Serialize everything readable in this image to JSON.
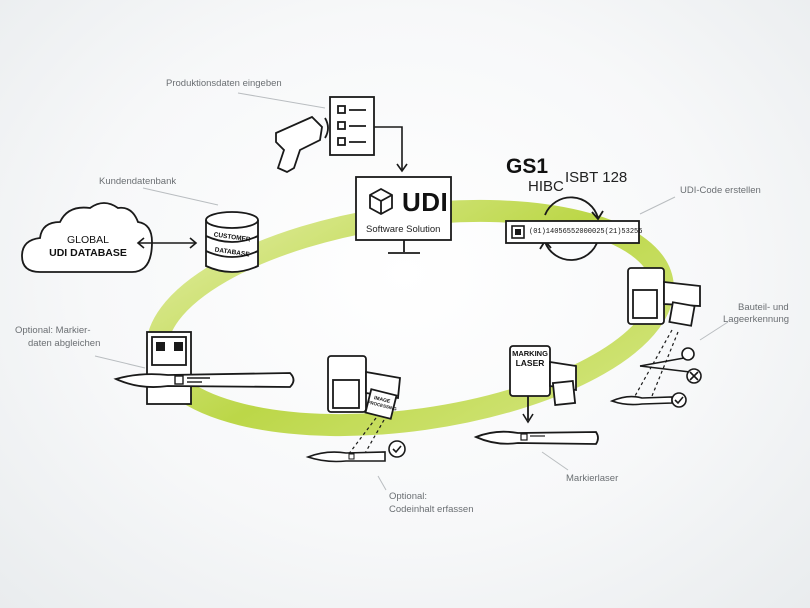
{
  "labels": {
    "production_data": "Produktionsdaten eingeben",
    "customer_db_label": "Kundendatenbank",
    "udi_code_create": "UDI-Code erstellen",
    "part_storage_line1": "Bauteil- und",
    "part_storage_line2": "Lageerkennung",
    "optional_compare_line1": "Optional: Markier-",
    "optional_compare_line2": "daten abgleichen",
    "optional_capture_line1": "Optional:",
    "optional_capture_line2": "Codeinhalt erfassen",
    "marking_laser": "Markierlaser"
  },
  "cloud": {
    "line1": "GLOBAL",
    "line2": "UDI DATABASE"
  },
  "database": {
    "line1": "CUSTOMER",
    "line2": "DATABASE"
  },
  "software": {
    "title": "UDI",
    "subtitle": "Software Solution"
  },
  "standards": {
    "gs1": "GS1",
    "hibc": "HIBC",
    "isbt": "ISBT 128"
  },
  "udi_code": "(01)14056552000025(21)53256",
  "laser_box": {
    "line1": "MARKING",
    "line2": "LASER"
  },
  "camera_box": {
    "line1": "IMAGE",
    "line2": "PROCESSING"
  },
  "colors": {
    "ellipse": "#b5d334",
    "ink": "#1a1a1a",
    "label": "#6b6f73"
  }
}
